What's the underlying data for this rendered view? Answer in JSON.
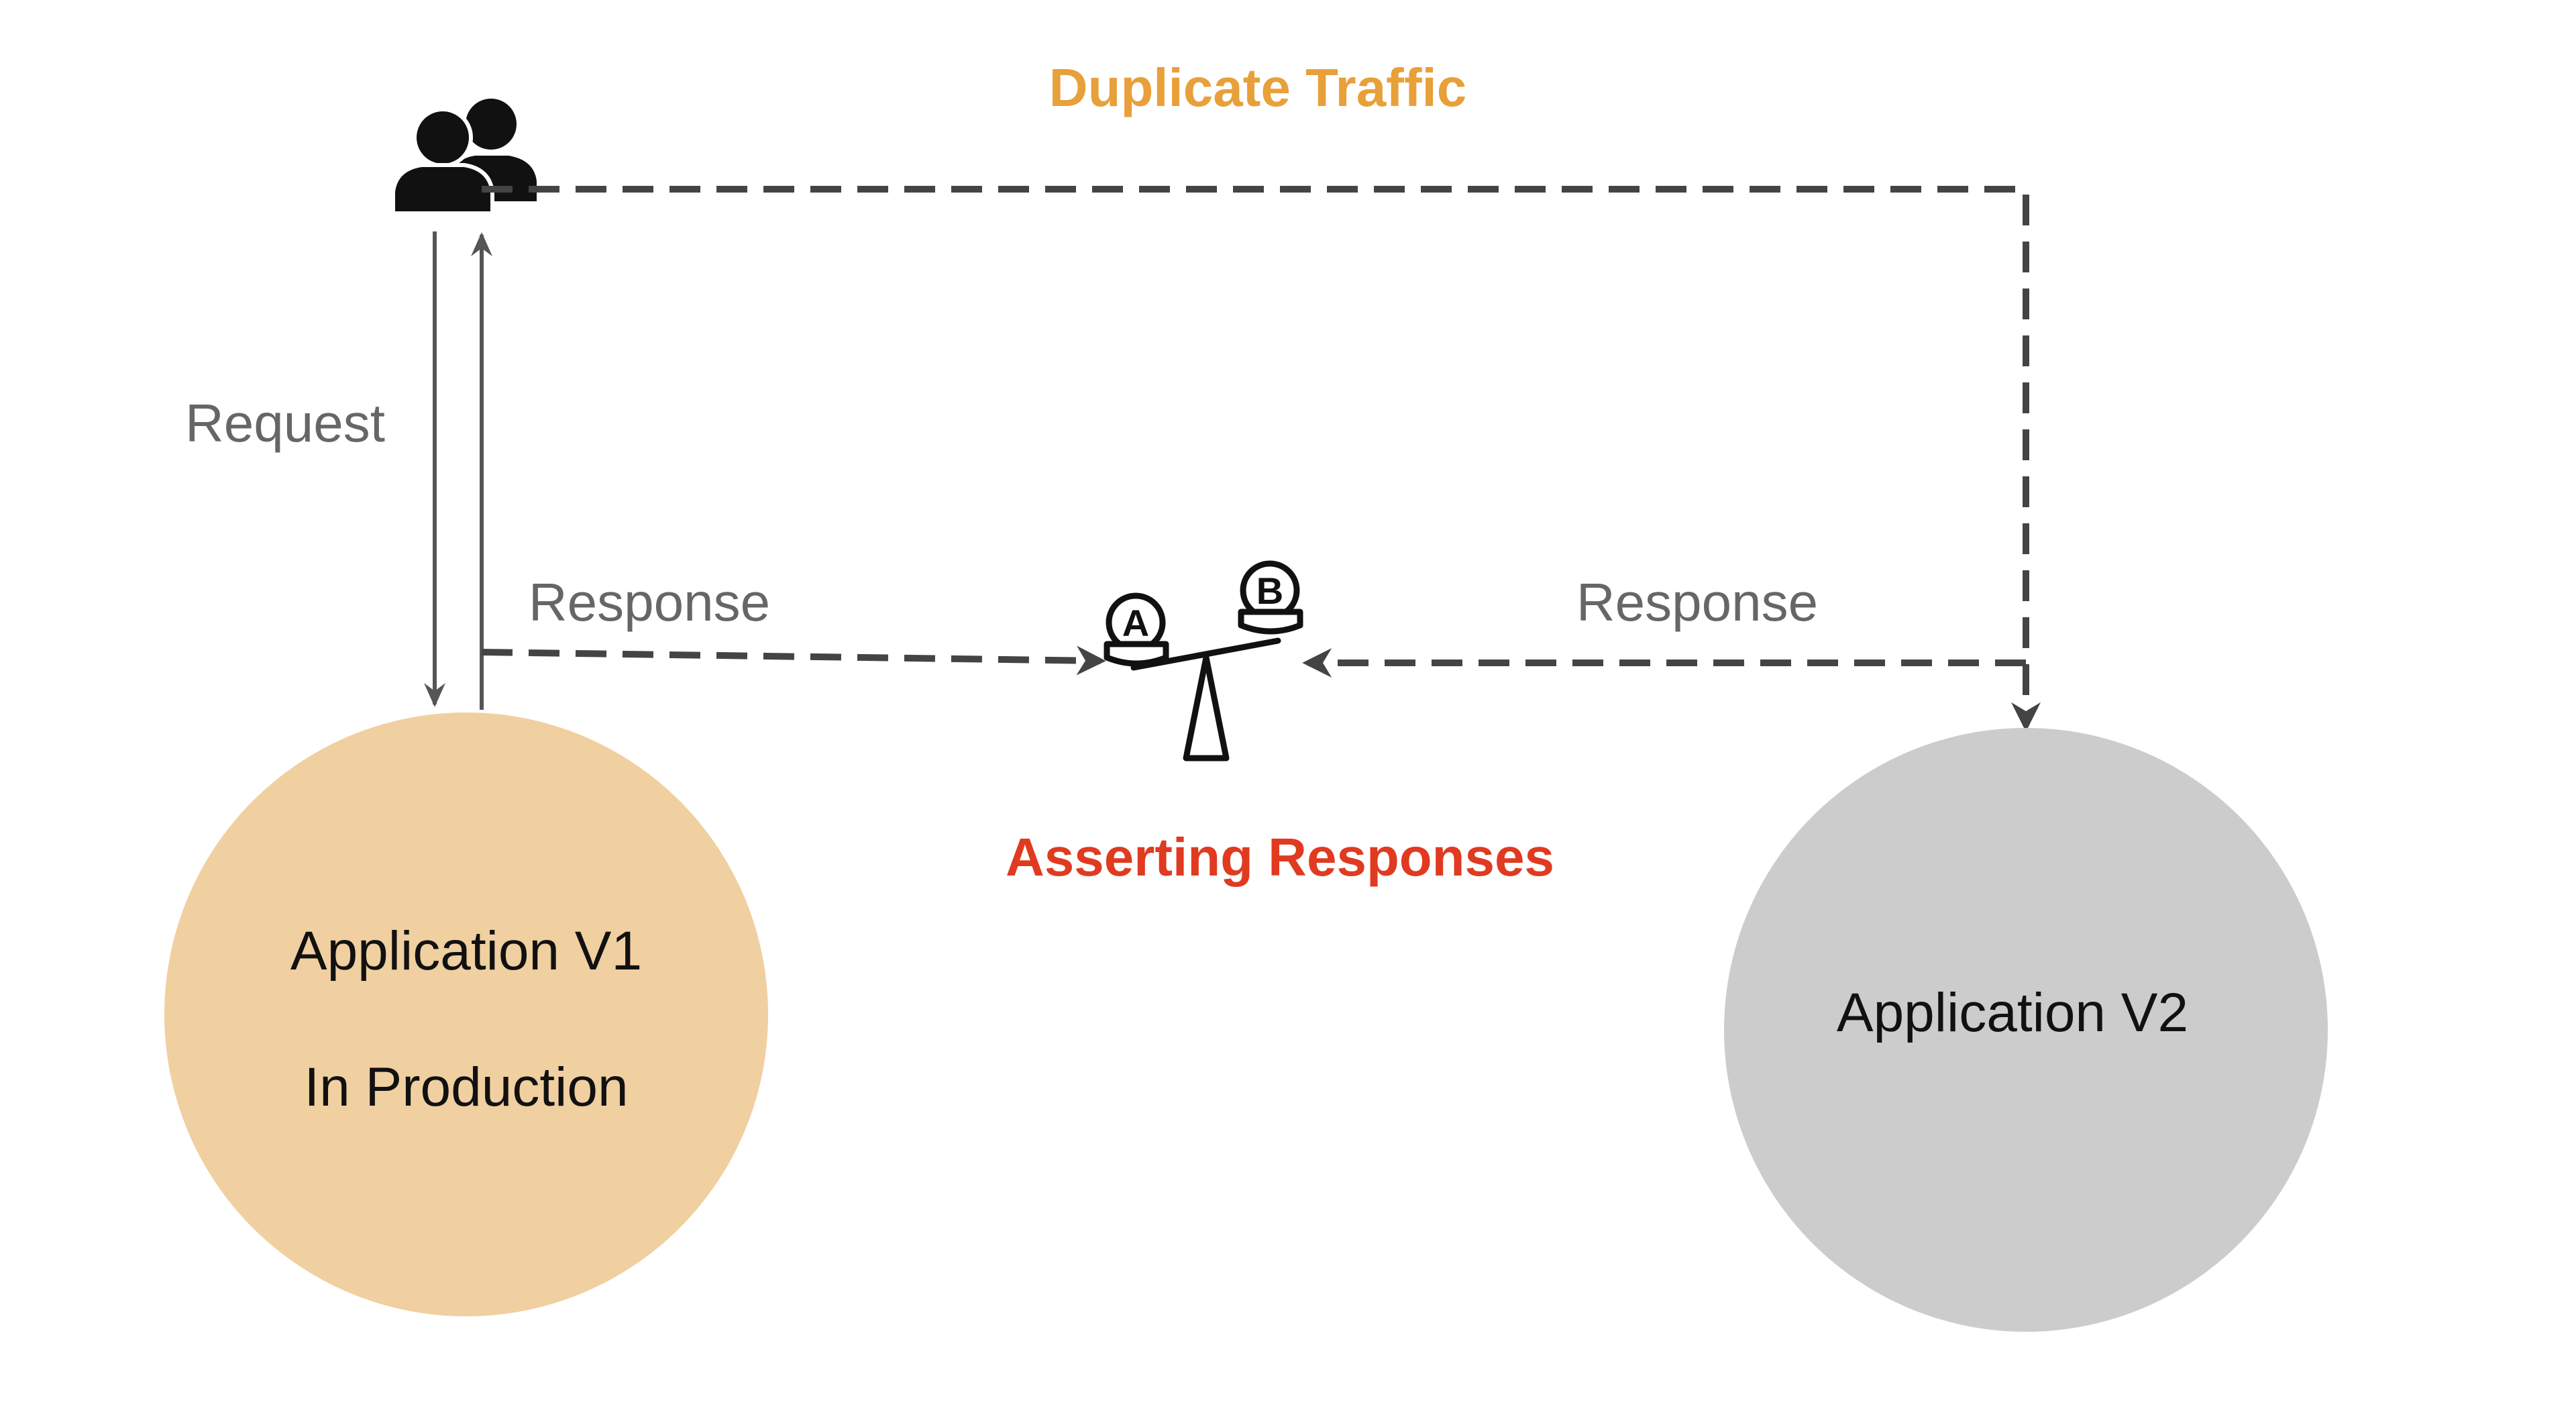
{
  "labels": {
    "duplicate_traffic": "Duplicate Traffic",
    "request": "Request",
    "response_left": "Response",
    "response_right": "Response",
    "asserting_responses": "Asserting Responses"
  },
  "nodes": {
    "app_v1": {
      "line1": "Application V1",
      "line2": "In Production"
    },
    "app_v2": {
      "line1": "Application V2"
    }
  },
  "scale": {
    "pan_a": "A",
    "pan_b": "B"
  },
  "icons": {
    "users": "users-icon",
    "scale": "balance-scale-icon"
  },
  "colors": {
    "duplicate_traffic": "#E8A03A",
    "asserting_responses": "#E03A20",
    "label_gray": "#666666",
    "connector": "#444444",
    "app_v1_fill": "#F0CFA0",
    "app_v2_fill": "#CCCCCC",
    "node_text": "#111111"
  }
}
